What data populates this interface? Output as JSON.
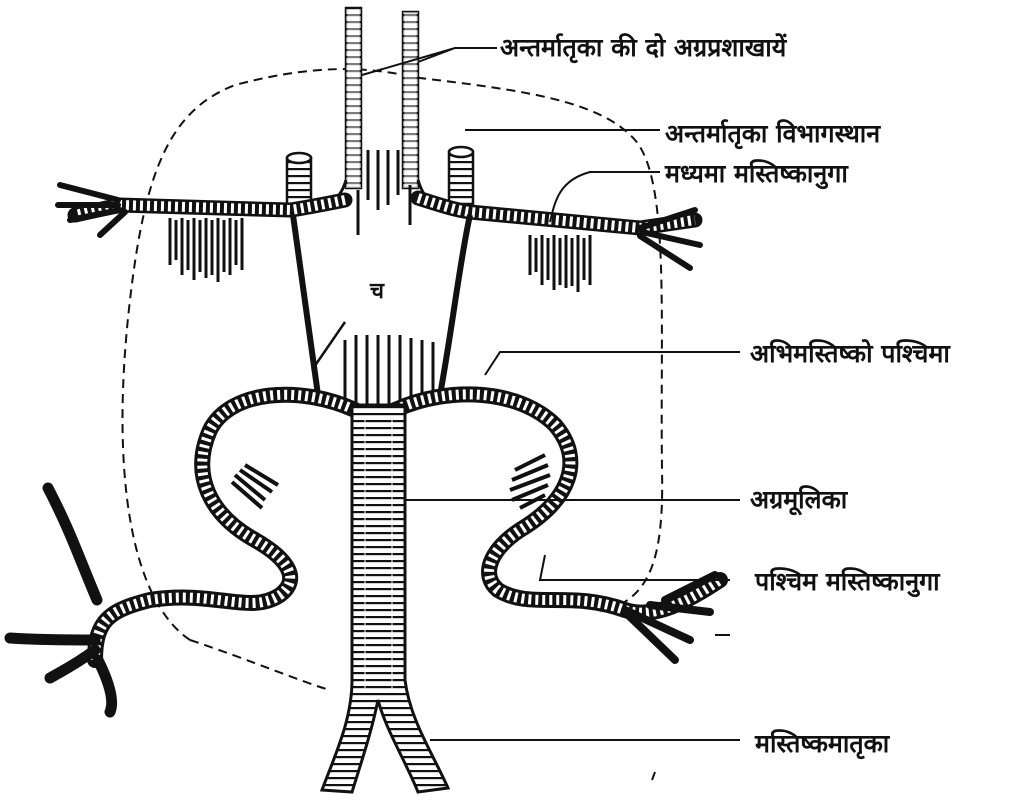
{
  "labels": {
    "l1": "अन्तर्मातृका की दो अग्रप्रशाखायें",
    "l2": "अन्तर्मातृका विभागस्थान",
    "l3": "मध्यमा मस्तिष्कानुगा",
    "l4": "अभिमस्तिष्को पश्चिमा",
    "l5": "अग्रमूलिका",
    "l6": "पश्चिम मस्तिष्कानुगा",
    "l7": "मस्तिष्कमातृका"
  },
  "center_mark": "च"
}
